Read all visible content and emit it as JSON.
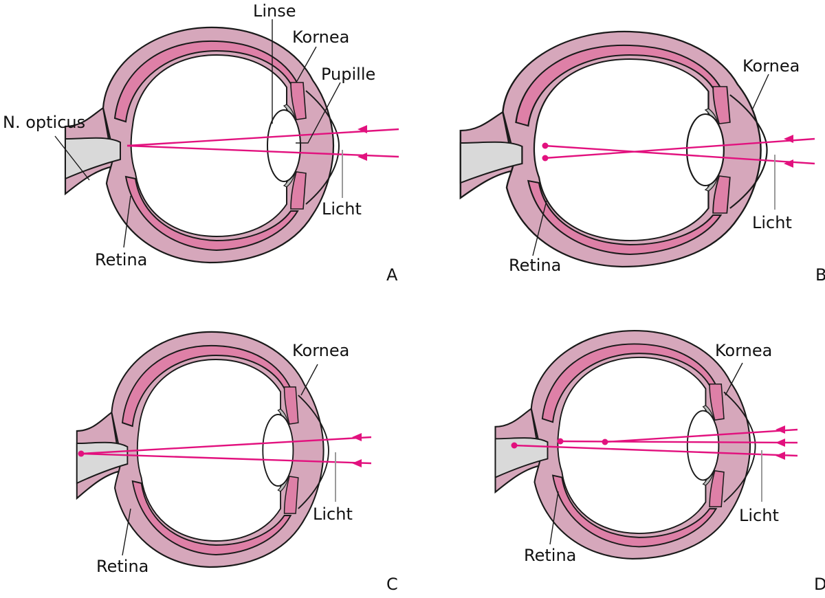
{
  "labels": {
    "linse": "Linse",
    "kornea": "Kornea",
    "pupille": "Pupille",
    "n_opticus": "N. opticus",
    "licht": "Licht",
    "retina": "Retina"
  },
  "panels": [
    {
      "letter": "A"
    },
    {
      "letter": "B"
    },
    {
      "letter": "C"
    },
    {
      "letter": "D"
    }
  ],
  "colors": {
    "sclera": "#d6a7bb",
    "choroid": "#de80a7",
    "ray": "#e2117e",
    "nerve": "#d9d9d9"
  }
}
